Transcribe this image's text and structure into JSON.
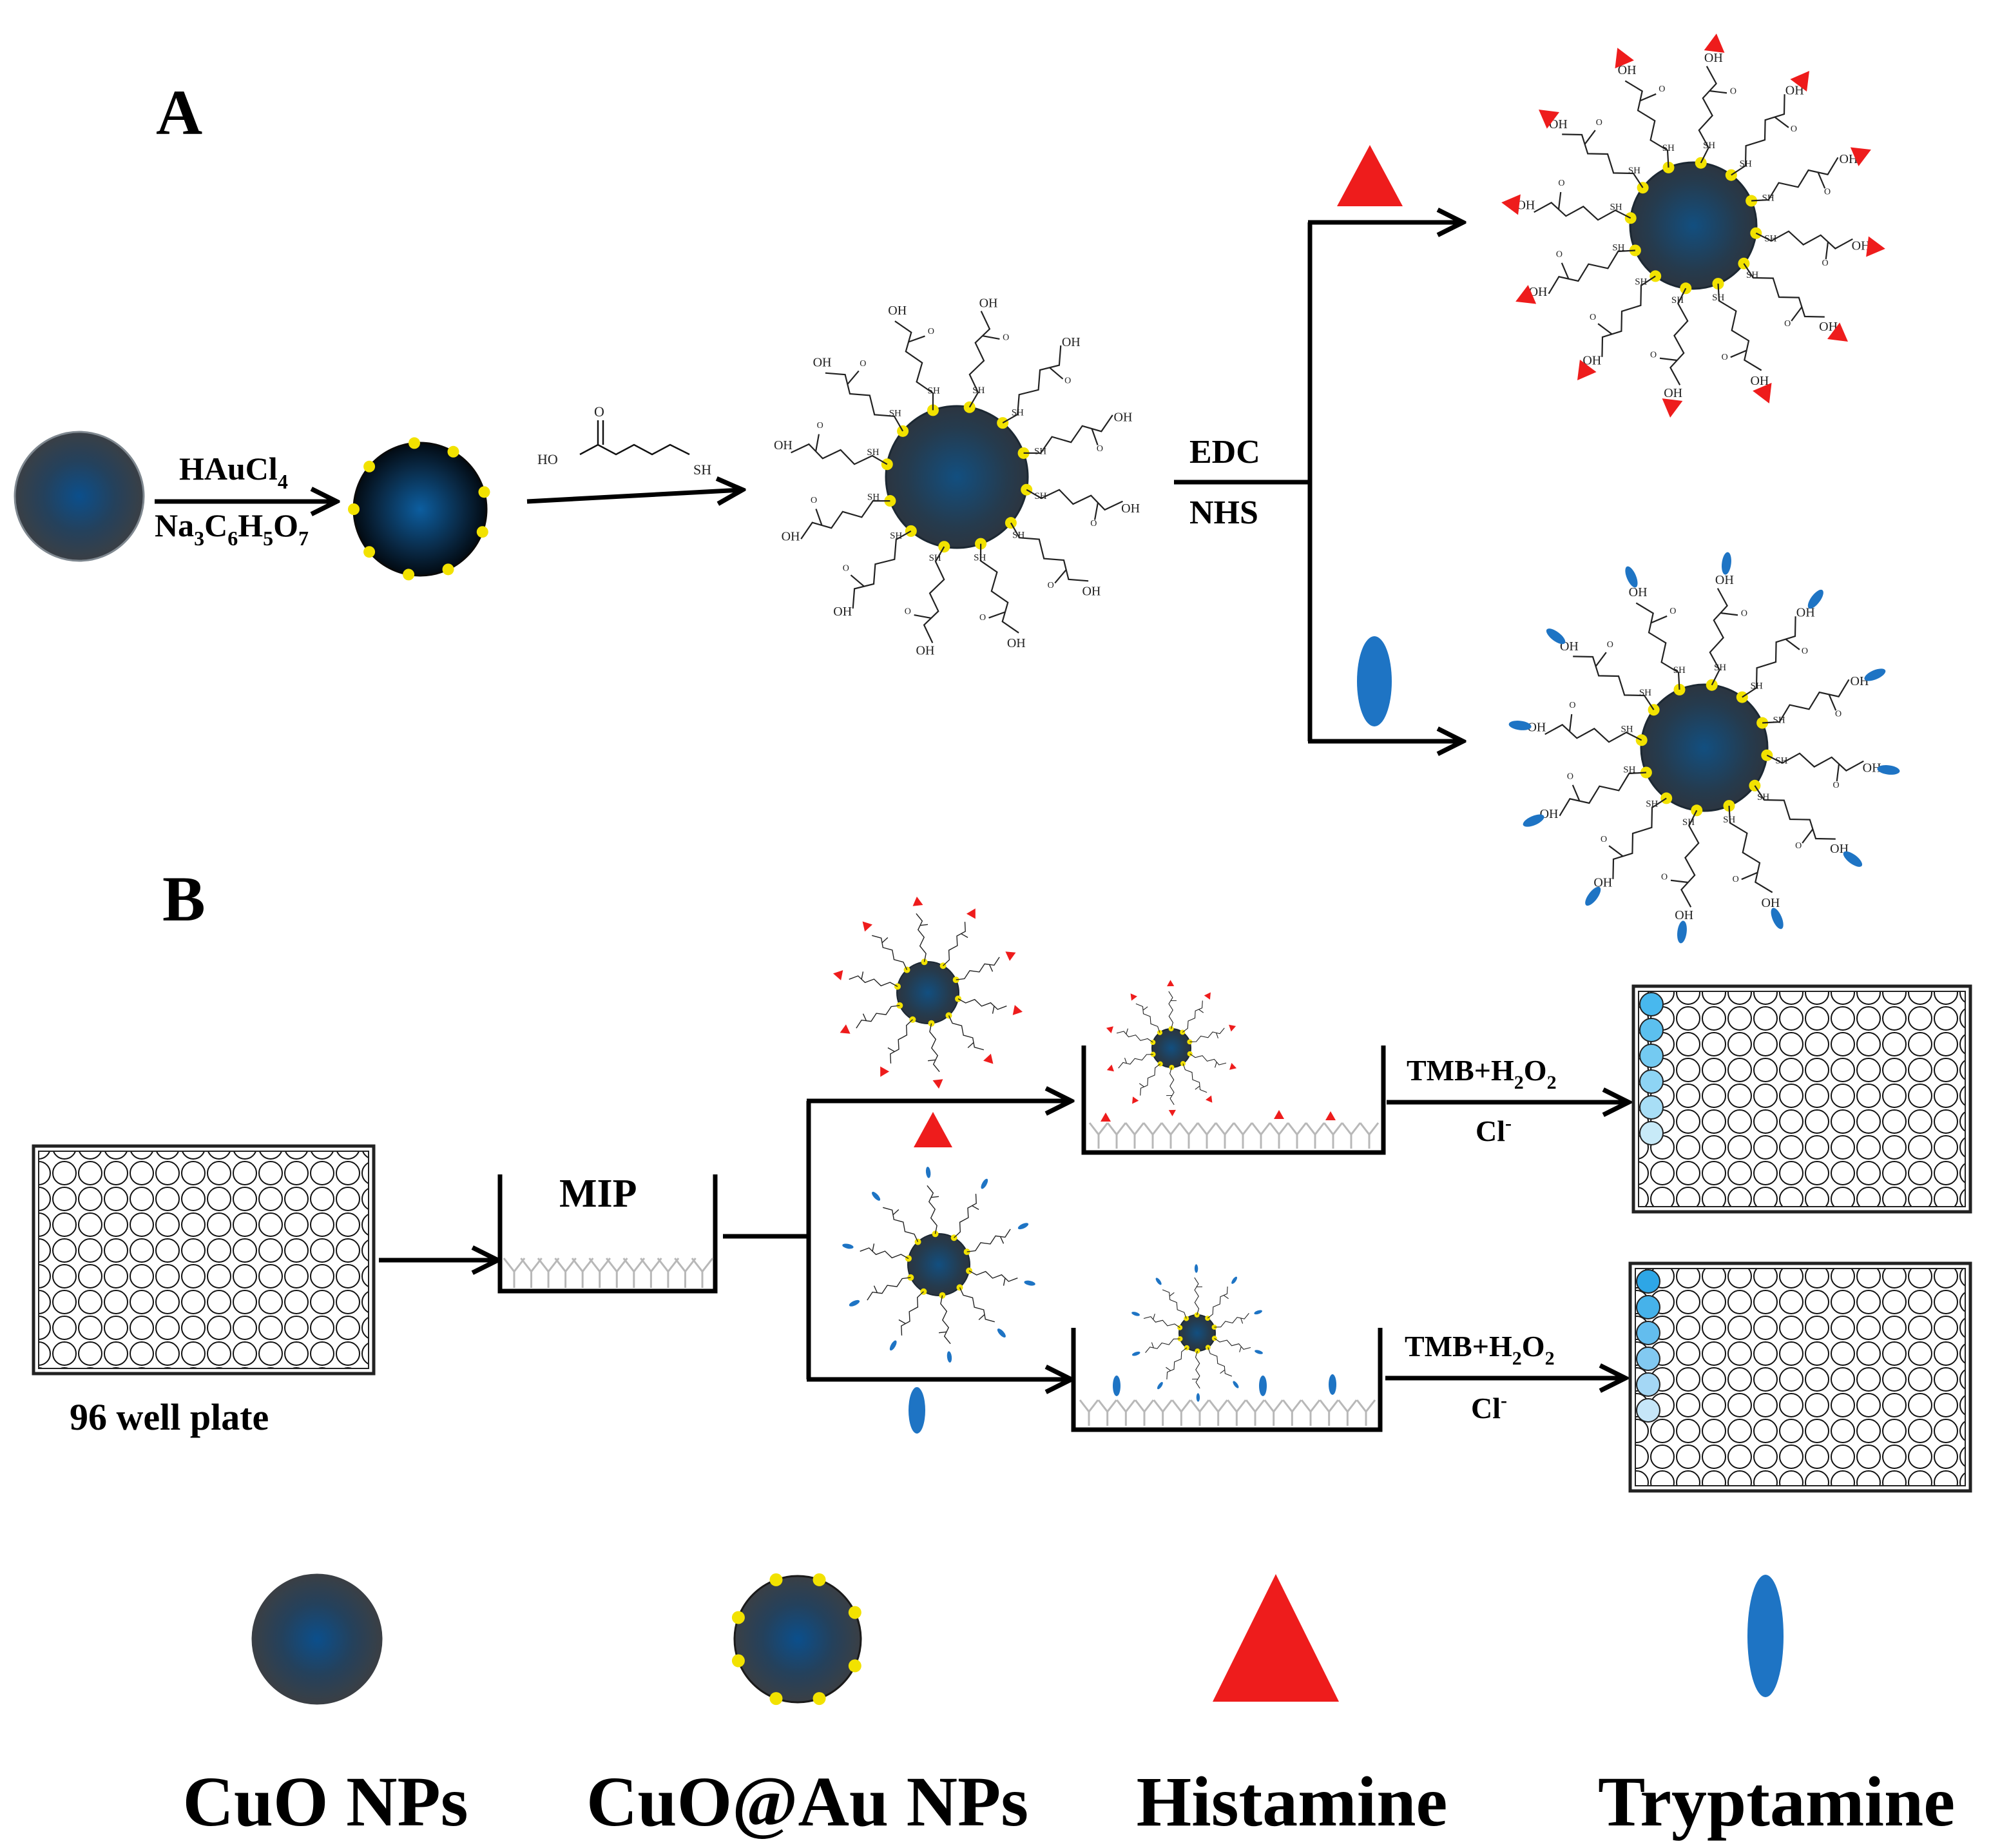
{
  "panels": {
    "a": "A",
    "b": "B"
  },
  "reagents": {
    "au_top": [
      "HAuCl",
      "4"
    ],
    "au_bottom": [
      "Na",
      "3",
      "C",
      "6",
      "H",
      "5",
      "O",
      "7"
    ],
    "mpa_ho": "HO",
    "mpa_o": "O",
    "mpa_sh": "SH",
    "edc": "EDC",
    "nhs": "NHS",
    "tmb_top": [
      "TMB+H",
      "2",
      "O",
      "2"
    ],
    "tmb_bottom": "Cl",
    "tmb_bottom_sup": "-",
    "chain_end": "OH",
    "chain_anchor": "SH",
    "chain_o": "O"
  },
  "labels": {
    "plate": "96 well plate",
    "mip": "MIP"
  },
  "legend": {
    "cuo": "CuO NPs",
    "cuoau": "CuO@Au NPs",
    "histamine": "Histamine",
    "tryptamine": "Tryptamine"
  },
  "colors": {
    "particle_core": "#0b4f8c",
    "particle_shell": "#2d3a47",
    "gold_dot": "#f2e200",
    "histamine": "#ee1c1c",
    "tryptamine": "#1e74c4",
    "antibody": "#b8b8b8"
  },
  "plate_colors": {
    "histamine_column": [
      "#48b8ee",
      "#5cc0ef",
      "#74caf1",
      "#8ed4f4",
      "#a8def6",
      "#c8eaf8"
    ],
    "tryptamine_column": [
      "#2ea6e6",
      "#46b2ea",
      "#63bdee",
      "#82c9f1",
      "#a4d7f5",
      "#c6e6f8"
    ]
  }
}
